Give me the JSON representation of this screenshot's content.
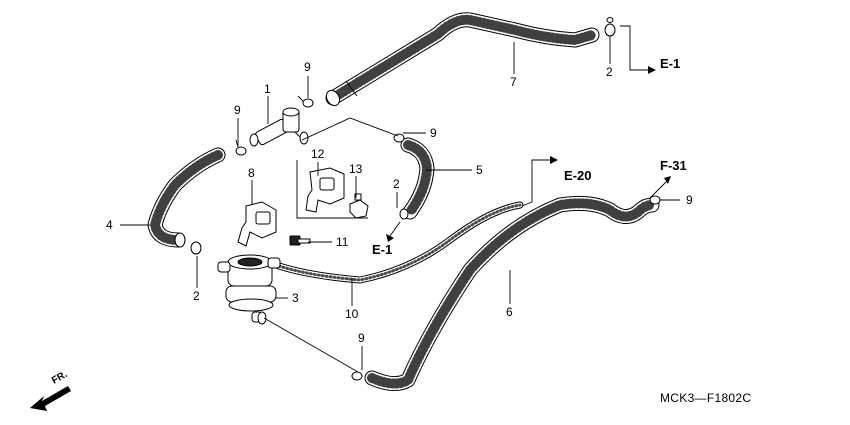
{
  "callouts": {
    "c1": "1",
    "c2a": "2",
    "c2b": "2",
    "c2c": "2",
    "c3": "3",
    "c4": "4",
    "c5": "5",
    "c6": "6",
    "c7": "7",
    "c8": "8",
    "c9a": "9",
    "c9b": "9",
    "c9c": "9",
    "c9d": "9",
    "c9e": "9",
    "c10": "10",
    "c11": "11",
    "c12": "12",
    "c13": "13"
  },
  "references": {
    "e1_top": "E-1",
    "e20": "E-20",
    "f31": "F-31",
    "e1_mid": "E-1"
  },
  "direction": "FR.",
  "diagram_code": "MCK3—F1802C"
}
